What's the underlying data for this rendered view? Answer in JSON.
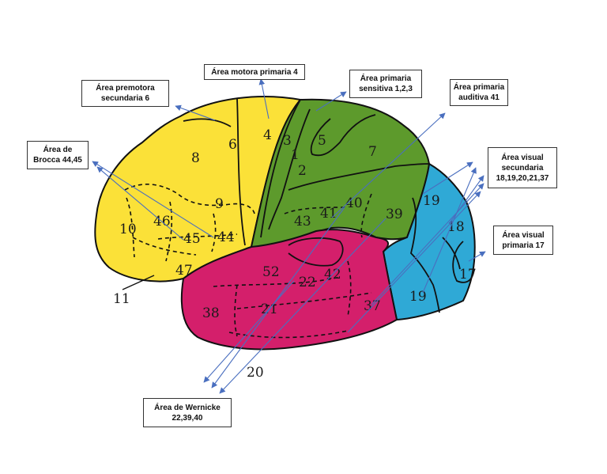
{
  "colors": {
    "frontal": "#fbe138",
    "parietal": "#5d9a2c",
    "temporal": "#d41f6b",
    "occipital": "#2fa9d6",
    "outline": "#111111",
    "arrow": "#4a6fbf"
  },
  "labels": {
    "premotor": [
      "Área premotora",
      "secundaria 6"
    ],
    "motor": [
      "Área motora primaria 4"
    ],
    "sensory": [
      "Área primaria",
      "sensitiva 1,2,3"
    ],
    "auditory": [
      "Área primaria",
      "auditiva 41"
    ],
    "broca": [
      "Área de",
      "Brocca 44,45"
    ],
    "visual_secondary": [
      "Área visual",
      "secundaria",
      "18,19,20,21,37"
    ],
    "visual_primary": [
      "Área visual",
      "primaria 17"
    ],
    "wernicke": [
      "Área de Wernicke",
      "22,39,40"
    ]
  },
  "areas": [
    "6",
    "4",
    "3",
    "1",
    "2",
    "5",
    "7",
    "8",
    "9",
    "46",
    "10",
    "45",
    "44",
    "47",
    "11",
    "43",
    "41",
    "40",
    "39",
    "19",
    "18",
    "17",
    "19",
    "52",
    "22",
    "42",
    "21",
    "38",
    "37",
    "20"
  ]
}
